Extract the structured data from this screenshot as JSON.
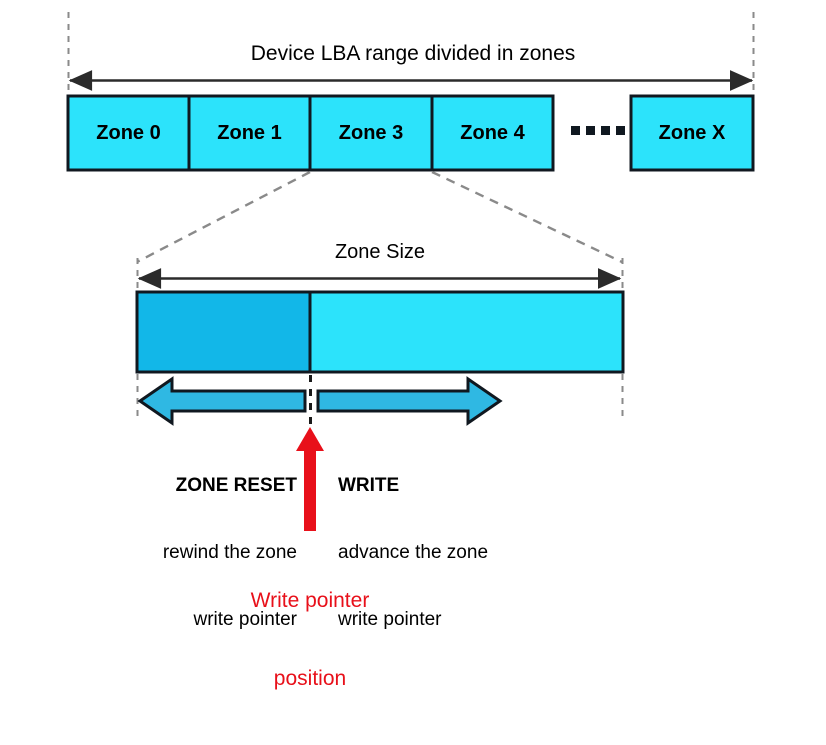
{
  "diagram": {
    "title": "Zoned storage device LBA layout",
    "top_caption": "Device LBA range divided in zones",
    "zone_size_caption": "Zone Size",
    "ellipsis": "••••",
    "zones": [
      {
        "label": "Zone 0"
      },
      {
        "label": "Zone 1"
      },
      {
        "label": "Zone 3"
      },
      {
        "label": "Zone 4"
      },
      {
        "label": "Zone X"
      }
    ],
    "detail_zone": {
      "written_region_label": "",
      "unwritten_region_label": ""
    },
    "reset_group": {
      "title": "ZONE RESET",
      "line1": "rewind the zone",
      "line2": "write pointer"
    },
    "write_group": {
      "title": "WRITE",
      "line1": "advance the zone",
      "line2": "write pointer"
    },
    "write_pointer": {
      "line1": "Write pointer",
      "line2": "position"
    },
    "colors": {
      "zone_fill": "#2ce3fb",
      "written_fill": "#12b7e8",
      "arrow_fill": "#2fb8e3",
      "outline": "#101820",
      "dashed_guide": "#808080",
      "pointer_red": "#e8101a",
      "text": "#000000"
    }
  }
}
